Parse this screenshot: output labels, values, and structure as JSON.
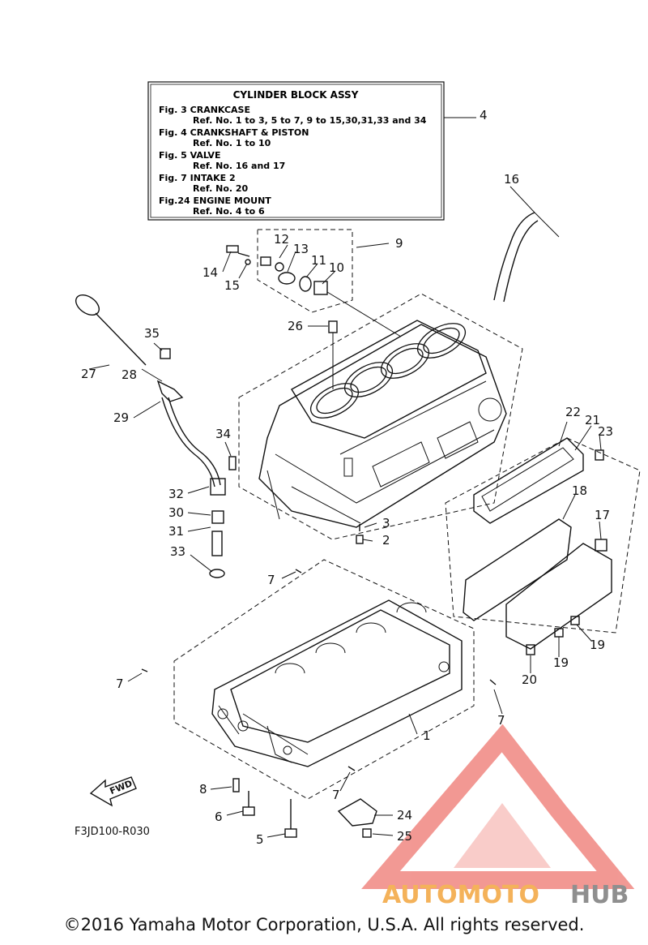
{
  "info_box": {
    "title": "CYLINDER BLOCK ASSY",
    "lines": [
      "Fig.  3 CRANKCASE",
      "Ref. No. 1 to 3, 5 to 7, 9 to 15,30,31,33 and 34",
      "Fig.  4 CRANKSHAFT & PISTON",
      "Ref. No. 1 to 10",
      "Fig.  5 VALVE",
      "Ref. No. 16 and 17",
      "Fig.  7 INTAKE 2",
      "Ref. No. 20",
      "Fig.24 ENGINE MOUNT",
      "Ref. No. 4 to 6"
    ],
    "callout": "4"
  },
  "callouts": [
    "1",
    "2",
    "3",
    "5",
    "6",
    "7",
    "7",
    "7",
    "7",
    "8",
    "9",
    "10",
    "11",
    "12",
    "13",
    "14",
    "15",
    "16",
    "17",
    "18",
    "19",
    "19",
    "20",
    "21",
    "22",
    "23",
    "24",
    "25",
    "26",
    "27",
    "28",
    "29",
    "30",
    "31",
    "32",
    "33",
    "34",
    "35"
  ],
  "figure_code": "F3JD100-R030",
  "fwd_label": "FWD",
  "watermark": {
    "part1": "AUTOMOTO",
    "part2": "HUB",
    "color_logo": "#e8453c",
    "color_text": "#f4b25a",
    "color_hub": "#8f8f8f"
  },
  "copyright": "©2016 Yamaha Motor Corporation, U.S.A. All rights reserved."
}
